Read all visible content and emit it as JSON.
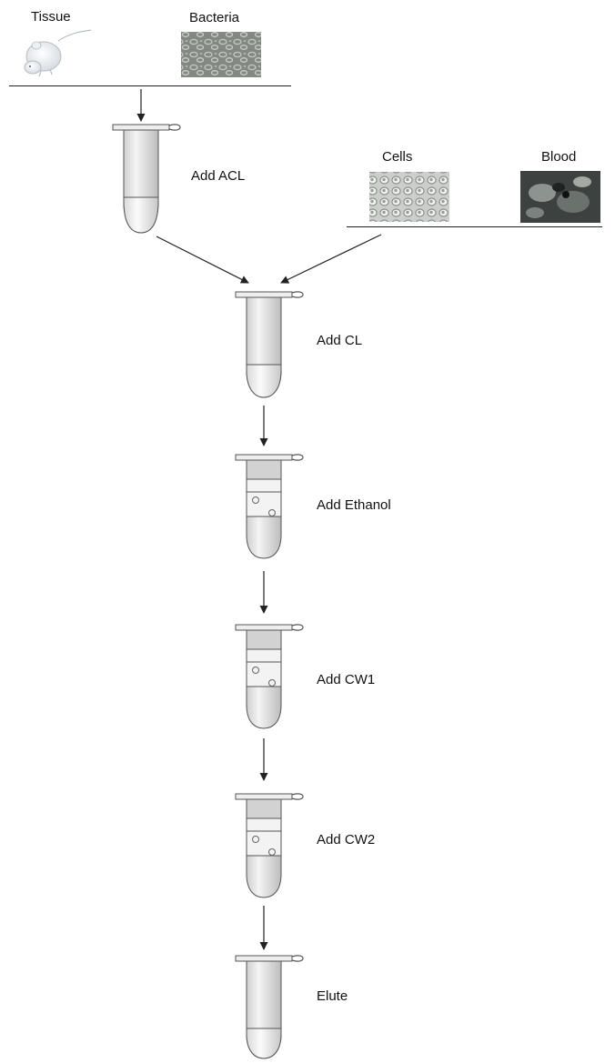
{
  "sources": {
    "tissue": "Tissue",
    "bacteria": "Bacteria",
    "cells": "Cells",
    "blood": "Blood"
  },
  "steps": {
    "acl": "Add ACL",
    "cl": "Add CL",
    "ethanol": "Add Ethanol",
    "cw1": "Add CW1",
    "cw2": "Add CW2",
    "elute": "Elute"
  }
}
